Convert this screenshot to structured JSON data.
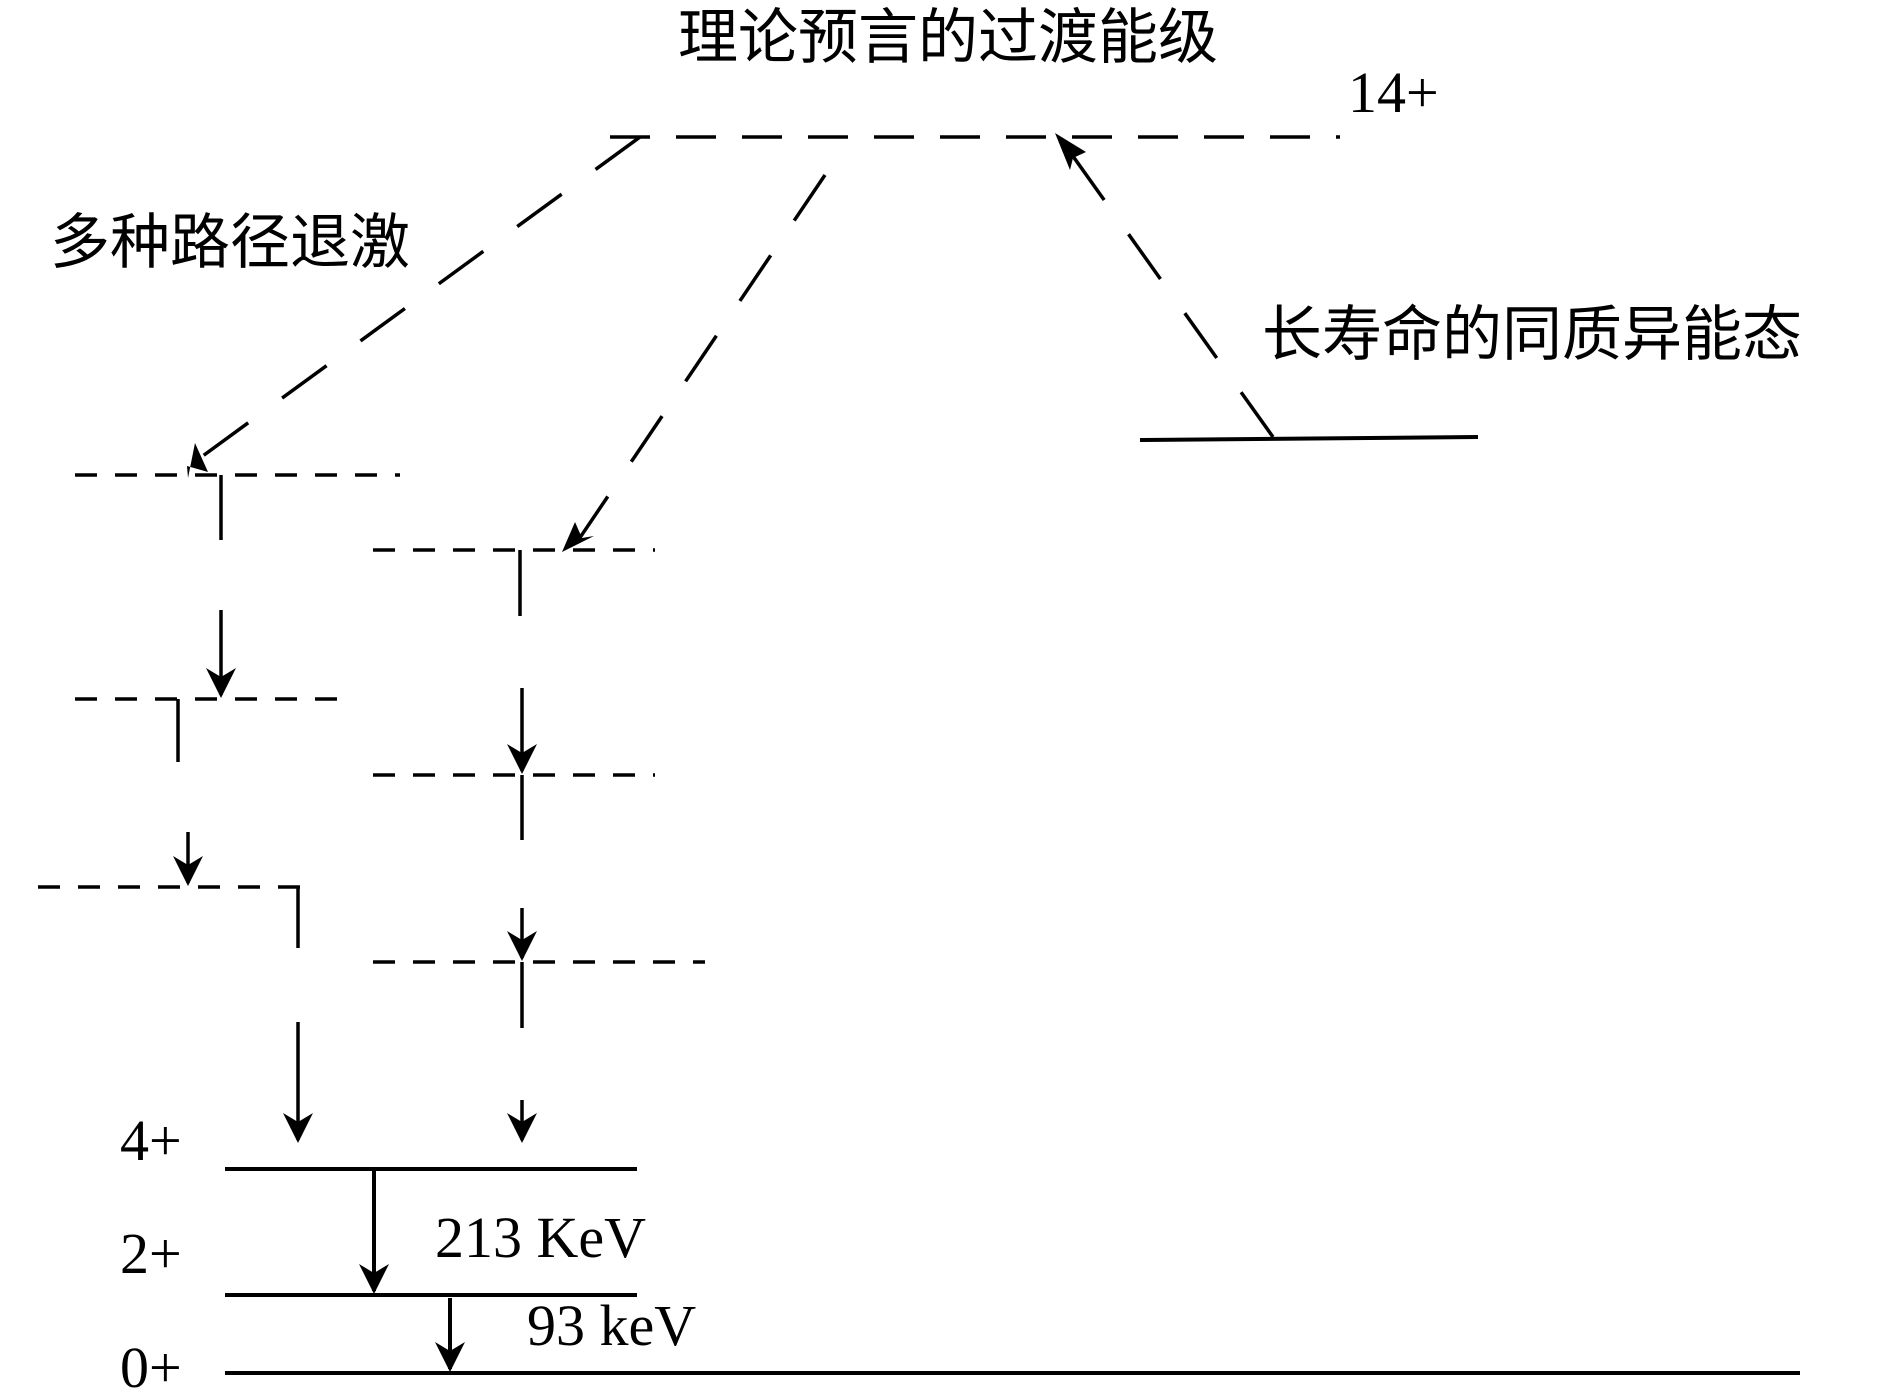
{
  "diagram": {
    "labels": {
      "transition_level": "理论预言的过渡能级",
      "multi_path": "多种路径退激",
      "isomer": "长寿命的同质异能态",
      "spin_14": "14+",
      "spin_4": "4+",
      "spin_2": "2+",
      "spin_0": "0+",
      "energy_213": "213 KeV",
      "energy_93": "93 keV"
    },
    "levels": [
      {
        "name": "transition-level-14",
        "spin": "14+",
        "style": "dashed"
      },
      {
        "name": "isomer-level",
        "style": "solid"
      },
      {
        "name": "ground-4",
        "spin": "4+",
        "style": "solid"
      },
      {
        "name": "ground-2",
        "spin": "2+",
        "style": "solid"
      },
      {
        "name": "ground-0",
        "spin": "0+",
        "style": "solid"
      }
    ],
    "transitions": [
      {
        "from": "4+",
        "to": "2+",
        "energy": "213 KeV"
      },
      {
        "from": "2+",
        "to": "0+",
        "energy": "93 keV"
      }
    ]
  }
}
